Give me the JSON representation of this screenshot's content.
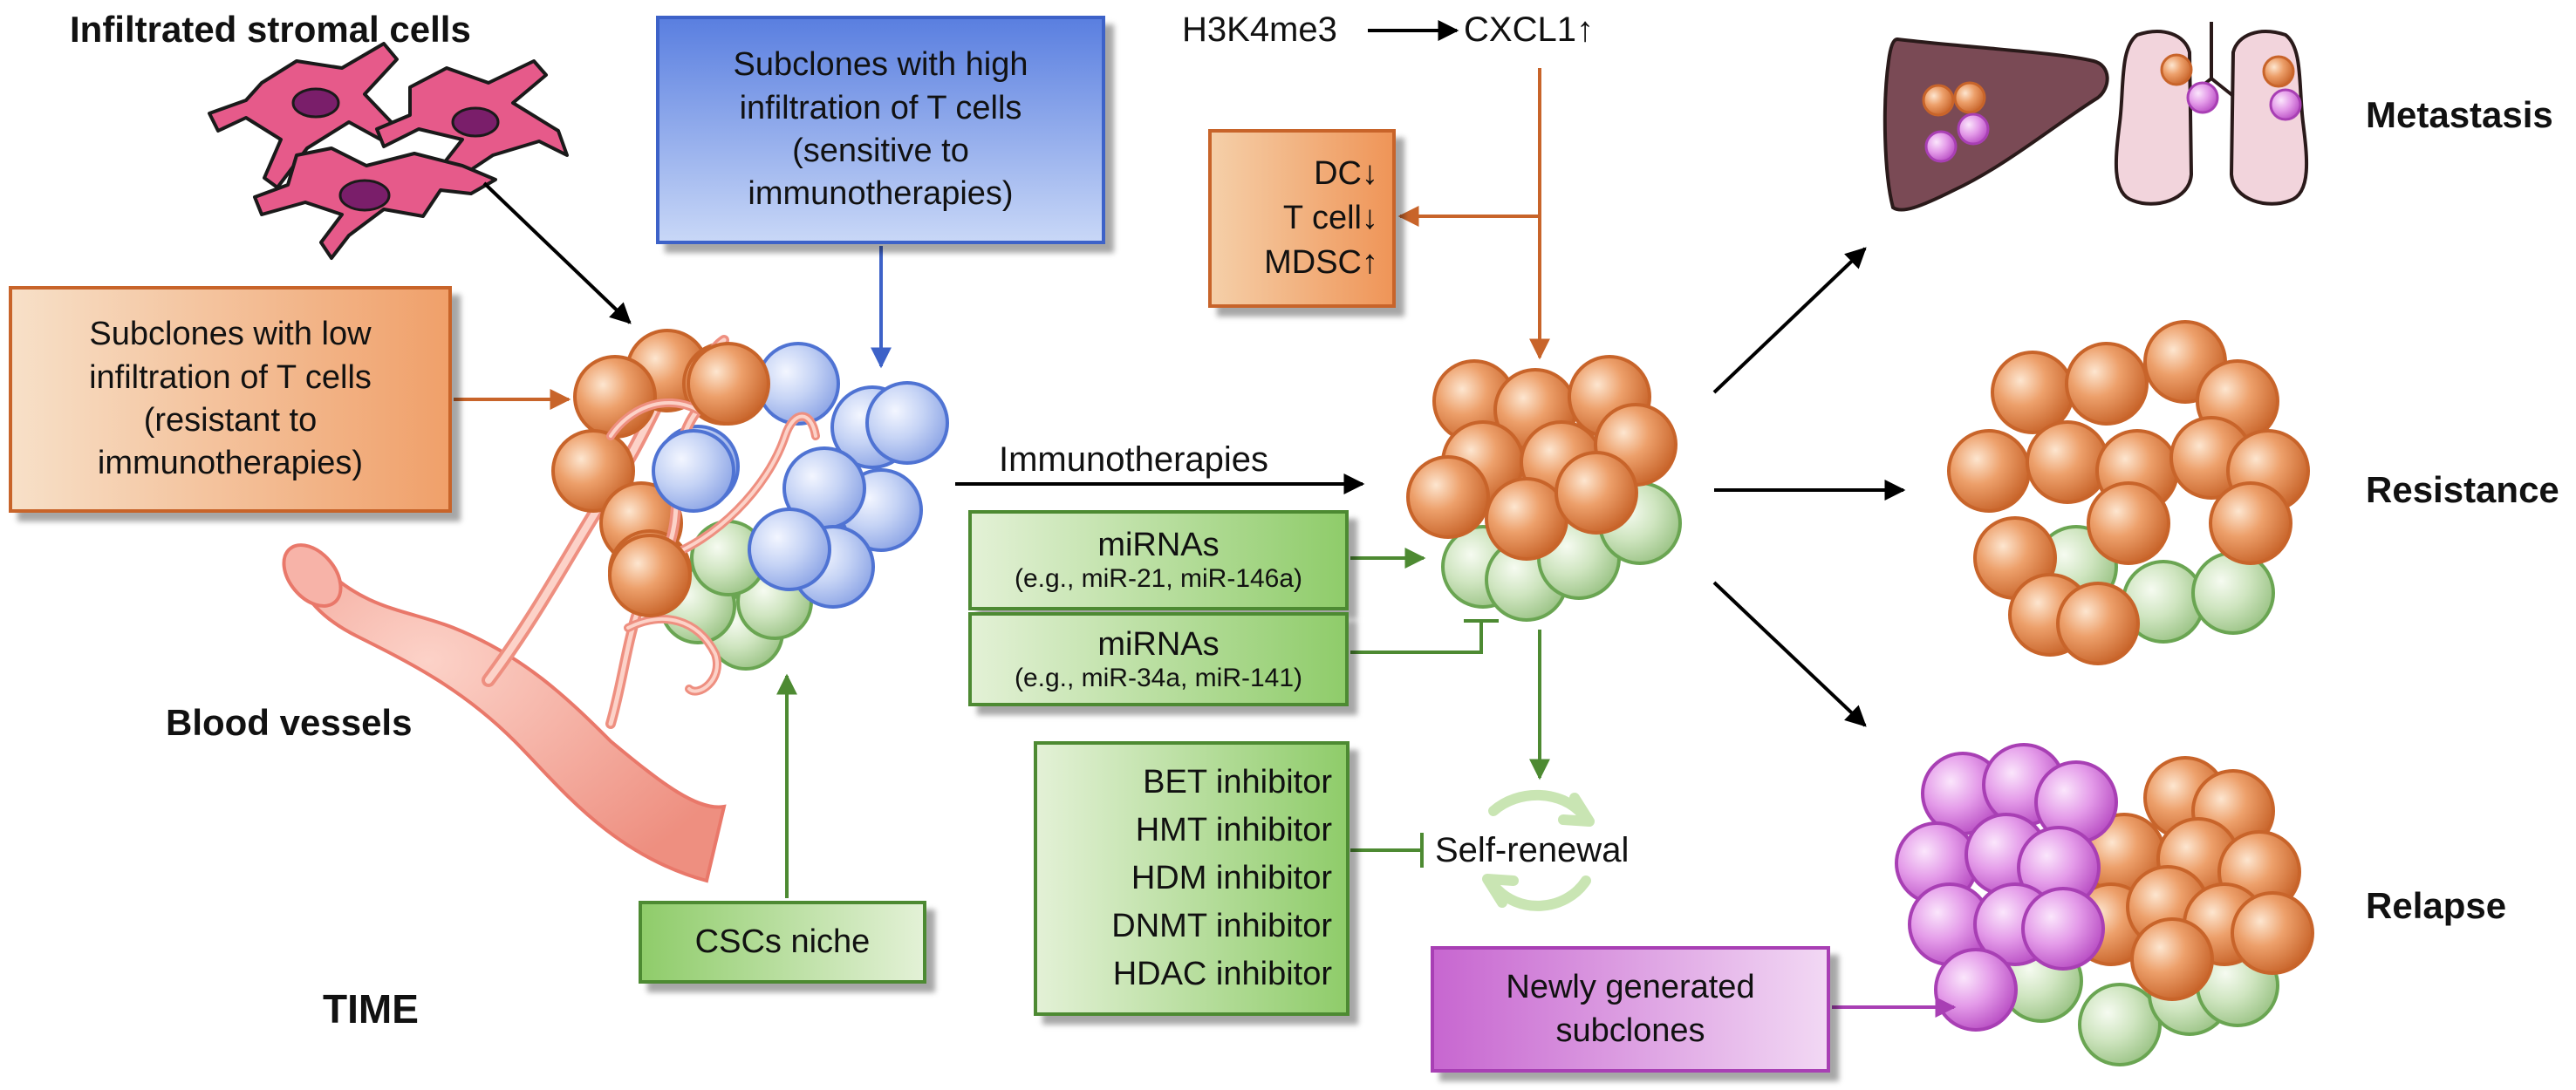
{
  "labels": {
    "stromal": "Infiltrated stromal cells",
    "blood_vessels": "Blood vessels",
    "time": "TIME",
    "h3k4me3": "H3K4me3",
    "cxcl1": "CXCL1↑",
    "immunotherapies": "Immunotherapies",
    "self_renewal": "Self-renewal",
    "metastasis": "Metastasis",
    "resistance": "Resistance",
    "relapse": "Relapse"
  },
  "boxes": {
    "low_infiltration": [
      "Subclones with low",
      "infiltration of T cells",
      "(resistant to",
      "immunotherapies)"
    ],
    "high_infiltration": [
      "Subclones with high",
      "infiltration of T cells",
      "(sensitive to",
      "immunotherapies)"
    ],
    "immune_effects": [
      "DC↓",
      "T cell↓",
      "MDSC↑"
    ],
    "mirna_up": {
      "title": "miRNAs",
      "examples": "(e.g., miR-21, miR-146a)"
    },
    "mirna_down": {
      "title": "miRNAs",
      "examples": "(e.g., miR-34a, miR-141)"
    },
    "inhibitors": [
      "BET inhibitor",
      "HMT inhibitor",
      "HDM inhibitor",
      "DNMT inhibitor",
      "HDAC inhibitor"
    ],
    "csc_niche": "CSCs niche",
    "new_subclones": [
      "Newly generated",
      "subclones"
    ]
  },
  "colors": {
    "orange": "#c8642a",
    "blue": "#3d62c8",
    "green": "#4d8a32",
    "violet": "#a83fb4",
    "black": "#000000"
  }
}
